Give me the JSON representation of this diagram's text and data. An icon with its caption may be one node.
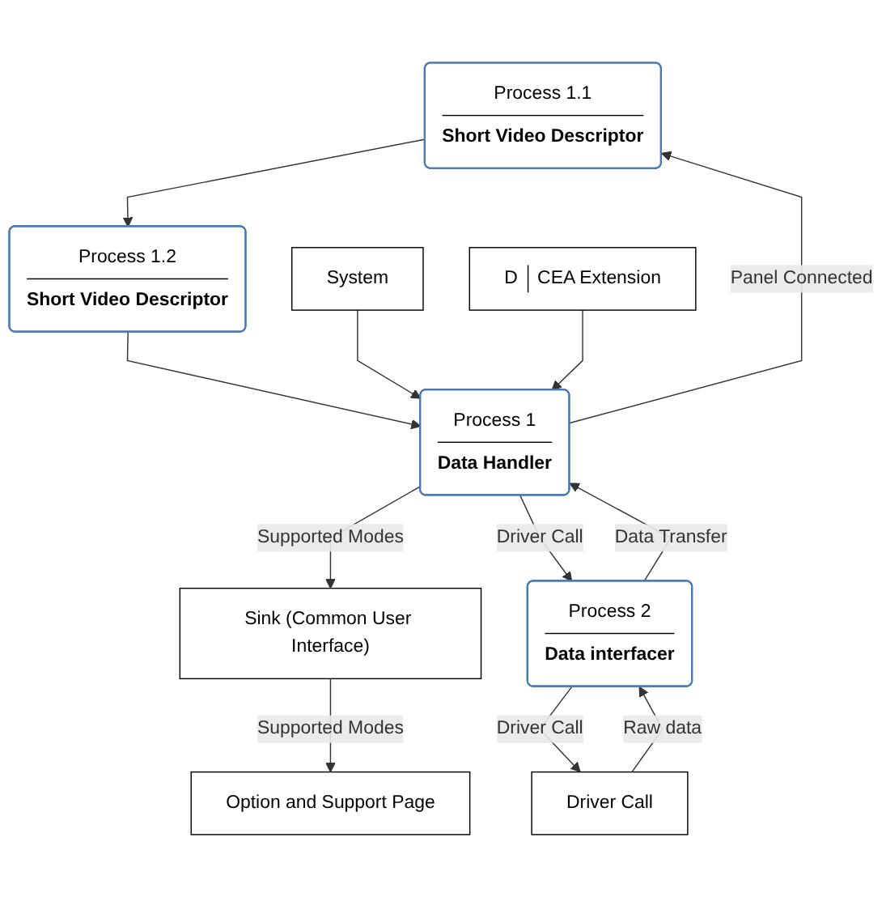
{
  "diagram": {
    "nodes": [
      {
        "text": [
          "Process 1.1",
          "Short Video Descriptor"
        ]
      },
      {
        "text": [
          "Process 1.2",
          "Short Video Descriptor"
        ]
      },
      {
        "text": [
          "Process 1",
          "Data Handler"
        ]
      },
      {
        "text": [
          "System"
        ]
      },
      {
        "text": [
          "D",
          "CEA Extension"
        ]
      },
      {
        "text": [
          "Sink (Common User Interface)"
        ]
      },
      {
        "text": [
          "Option and Support Page"
        ]
      },
      {
        "text": [
          "Process 2",
          "Data interfacer"
        ]
      },
      {
        "text": [
          "Driver Call"
        ]
      }
    ],
    "edges": [
      {
        "from": 0,
        "to": 1,
        "arrow": "to"
      },
      {
        "from": 1,
        "to": 2,
        "arrow": "to"
      },
      {
        "from": 2,
        "to": 0,
        "arrow": "to",
        "label": "Panel Connected"
      },
      {
        "from": 3,
        "to": 2,
        "arrow": "to"
      },
      {
        "from": 4,
        "to": 2,
        "arrow": "to"
      },
      {
        "from": 2,
        "to": 5,
        "arrow": "to",
        "label": "Supported Modes"
      },
      {
        "from": 5,
        "to": 6,
        "arrow": "to",
        "label": "Supported Modes"
      },
      {
        "from": 7,
        "to": 2,
        "arrow": "to",
        "label": "Data Transfer"
      },
      {
        "from": 2,
        "to": 7,
        "arrow": "to",
        "label": "Driver Call"
      },
      {
        "from": 7,
        "to": 8,
        "arrow": "to",
        "label": "Driver Call"
      },
      {
        "from": 8,
        "to": 7,
        "arrow": "to",
        "label": "Raw data"
      }
    ]
  }
}
